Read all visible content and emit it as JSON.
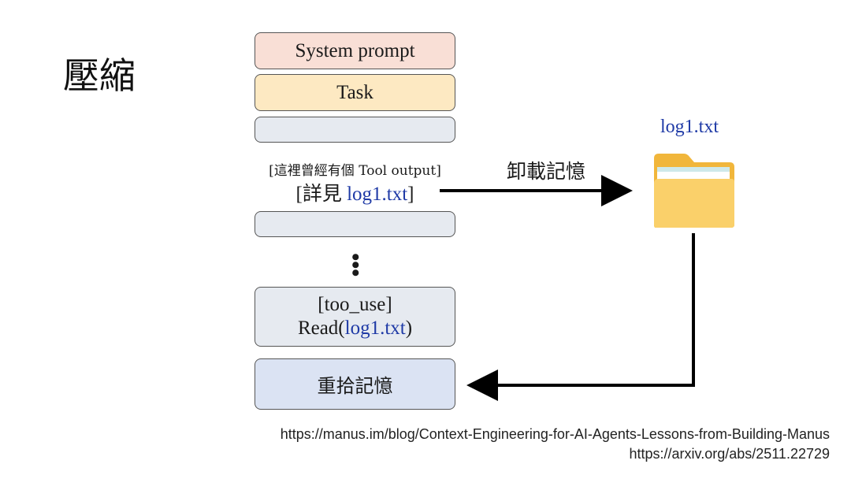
{
  "title": "壓縮",
  "stack": {
    "system_prompt": "System prompt",
    "task": "Task",
    "note_line1": "[這裡曾經有個 Tool output]",
    "note_line2_prefix": "[詳見 ",
    "note_line2_file": "log1.txt",
    "note_line2_suffix": "]",
    "ellipsis": "⋮",
    "read_line1": "[too_use]",
    "read_line2_prefix": "Read(",
    "read_line2_file": "log1.txt",
    "read_line2_suffix": ")",
    "recall": "重拾記憶"
  },
  "offload_label": "卸載記憶",
  "file": {
    "name": "log1.txt",
    "icon": "folder-icon"
  },
  "colors": {
    "system_prompt": "#f9dfd6",
    "task": "#fde9c2",
    "gray_block": "#e6eaf0",
    "recall_block": "#dbe3f3",
    "file_text": "#1f3aa6",
    "folder": "#f6c150"
  },
  "references": [
    "https://manus.im/blog/Context-Engineering-for-AI-Agents-Lessons-from-Building-Manus",
    "https://arxiv.org/abs/2511.22729"
  ]
}
